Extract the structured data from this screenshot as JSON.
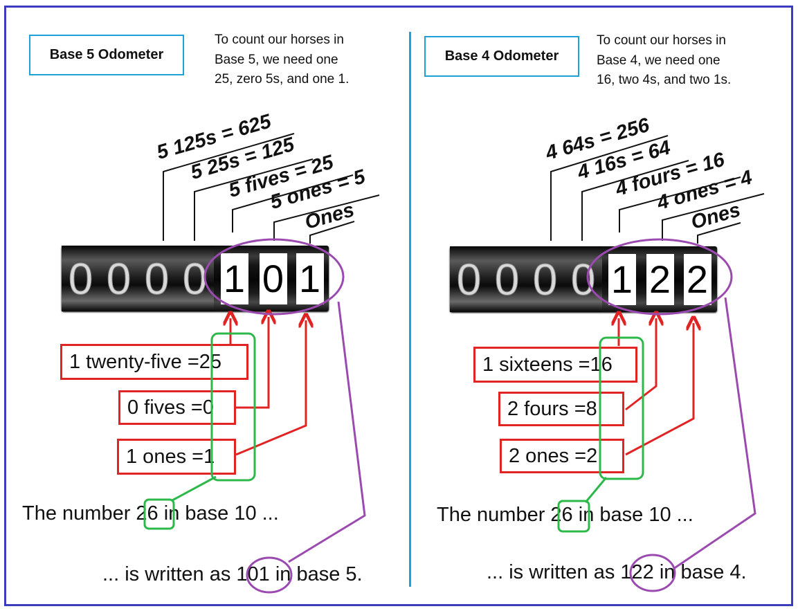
{
  "colors": {
    "frame": "#3b3bbd",
    "divider": "#1ea1d6",
    "title_border": "#1ea1d6",
    "equation_border": "#e02424",
    "arrow": "#e02424",
    "highlight_green": "#2db84a",
    "highlight_purple": "#9b4aaf"
  },
  "panels": [
    {
      "title": "Base 5 Odometer",
      "intro": [
        "To count our horses in",
        "Base 5, we need one",
        "25, zero 5s, and one 1."
      ],
      "place_labels": [
        "5 125s = 625",
        "5 25s = 125",
        "5 fives = 25",
        "5 ones = 5",
        "Ones"
      ],
      "odometer": [
        "0",
        "0",
        "0",
        "0",
        "1",
        "0",
        "1"
      ],
      "equations": [
        {
          "label": "1 twenty-five = ",
          "value": "25"
        },
        {
          "label": "0 fives = ",
          "value": "0"
        },
        {
          "label": "1 ones = ",
          "value": "1"
        }
      ],
      "number_line": {
        "prefix": "The number ",
        "value": "26",
        "suffix": " in base 10 ..."
      },
      "written_line": {
        "prefix": "... is written as ",
        "value": "101",
        "suffix": " in base 5."
      }
    },
    {
      "title": "Base 4 Odometer",
      "intro": [
        "To count our horses in",
        "Base 4, we need one",
        "16, two 4s, and two 1s."
      ],
      "place_labels": [
        "4 64s = 256",
        "4 16s = 64",
        "4 fours = 16",
        "4 ones = 4",
        "Ones"
      ],
      "odometer": [
        "0",
        "0",
        "0",
        "0",
        "1",
        "2",
        "2"
      ],
      "equations": [
        {
          "label": "1 sixteens = ",
          "value": "16"
        },
        {
          "label": "2 fours = ",
          "value": "8"
        },
        {
          "label": "2 ones = ",
          "value": "2"
        }
      ],
      "number_line": {
        "prefix": "The number ",
        "value": "26",
        "suffix": " in base 10 ..."
      },
      "written_line": {
        "prefix": "... is written as ",
        "value": "122",
        "suffix": " in base 4."
      }
    }
  ]
}
